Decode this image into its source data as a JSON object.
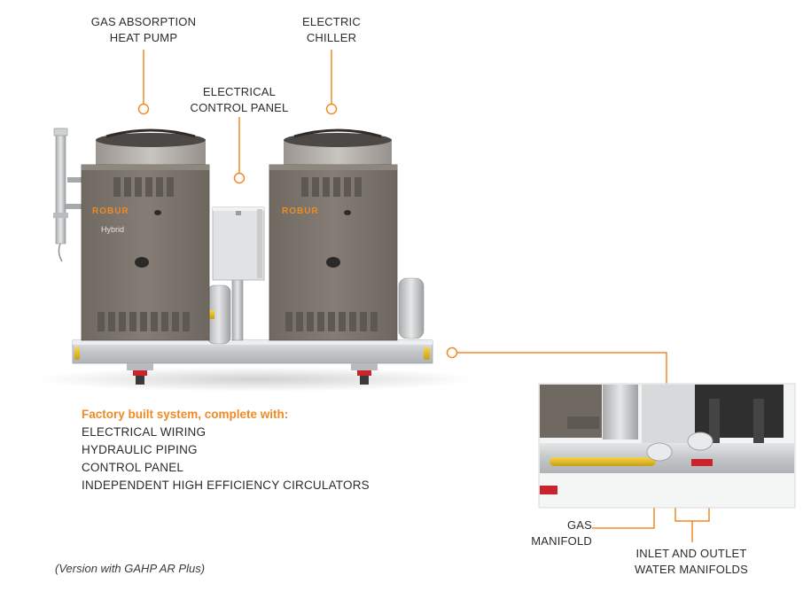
{
  "callouts": {
    "gas_heat_pump": [
      "GAS ABSORPTION",
      "HEAT PUMP"
    ],
    "electric_chiller": [
      "ELECTRIC",
      "CHILLER"
    ],
    "control_panel": [
      "ELECTRICAL",
      "CONTROL PANEL"
    ],
    "gas_manifold": [
      "GAS",
      "MANIFOLD"
    ],
    "water_manifolds": [
      "INLET AND OUTLET",
      "WATER MANIFOLDS"
    ]
  },
  "units": {
    "brand": "ROBUR",
    "badge": "Hybrid"
  },
  "features": {
    "heading": "Factory built system, complete with:",
    "items": [
      "ELECTRICAL WIRING",
      "HYDRAULIC PIPING",
      "CONTROL PANEL",
      "INDEPENDENT HIGH EFFICIENCY CIRCULATORS"
    ]
  },
  "version_note": "(Version with GAHP AR Plus)",
  "colors": {
    "accent": "#f08a24",
    "cabinet": "#7c746c",
    "frame": "#c9ccce"
  }
}
